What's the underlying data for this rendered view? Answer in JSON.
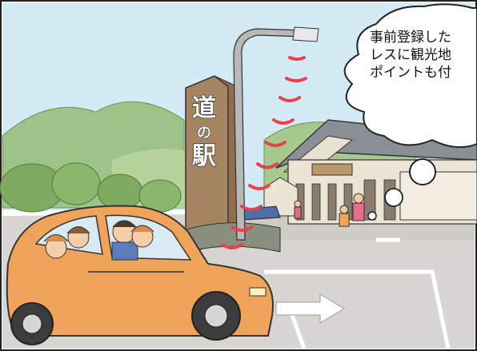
{
  "sign": {
    "char1": "道",
    "char2": "の",
    "char3": "駅"
  },
  "speech_bubble": {
    "line1": "事前登録した",
    "line2": "レスに観光地",
    "line3": "ポイントも付"
  },
  "colors": {
    "sky": "#cfe6f2",
    "car_body": "#f0a35a",
    "asphalt": "#d9d6d0",
    "signal_waves": "#e8434a",
    "mountain": "#a9c98f"
  }
}
